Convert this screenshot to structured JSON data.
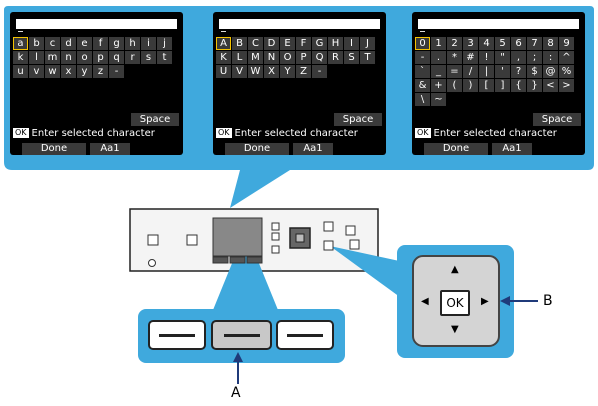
{
  "screens": [
    {
      "rows": [
        [
          "a",
          "b",
          "c",
          "d",
          "e",
          "f",
          "g",
          "h",
          "i",
          "j"
        ],
        [
          "k",
          "l",
          "m",
          "n",
          "o",
          "p",
          "q",
          "r",
          "s",
          "t"
        ],
        [
          "u",
          "v",
          "w",
          "x",
          "y",
          "z",
          "-"
        ]
      ],
      "selected": "a",
      "space_label": "Space",
      "hint_badge": "OK",
      "hint_text": "Enter selected character",
      "done_label": "Done",
      "mode_label": "Aa1"
    },
    {
      "rows": [
        [
          "A",
          "B",
          "C",
          "D",
          "E",
          "F",
          "G",
          "H",
          "I",
          "J"
        ],
        [
          "K",
          "L",
          "M",
          "N",
          "O",
          "P",
          "Q",
          "R",
          "S",
          "T"
        ],
        [
          "U",
          "V",
          "W",
          "X",
          "Y",
          "Z",
          "-"
        ]
      ],
      "selected": "A",
      "space_label": "Space",
      "hint_badge": "OK",
      "hint_text": "Enter selected character",
      "done_label": "Done",
      "mode_label": "Aa1"
    },
    {
      "rows": [
        [
          "0",
          "1",
          "2",
          "3",
          "4",
          "5",
          "6",
          "7",
          "8",
          "9"
        ],
        [
          "-",
          ".",
          "*",
          "#",
          "!",
          "\"",
          ",",
          ";",
          ":",
          "^"
        ],
        [
          "`",
          "_",
          "=",
          "/",
          "|",
          "'",
          "?",
          "$",
          "@",
          "%"
        ],
        [
          "&",
          "+",
          "(",
          ")",
          "[",
          "]",
          "{",
          "}",
          "<",
          ">"
        ],
        [
          "\\",
          "~"
        ]
      ],
      "selected": "0",
      "space_label": "Space",
      "hint_badge": "OK",
      "hint_text": "Enter selected character",
      "done_label": "Done",
      "mode_label": "Aa1"
    }
  ],
  "dpad": {
    "ok_label": "OK"
  },
  "callouts": {
    "a": "A",
    "b": "B"
  },
  "colors": {
    "callout": "#3fa9dd",
    "panel_fill": "#f7f7f7",
    "screen_bg": "#000000",
    "highlight": "#f4c300",
    "arrow": "#1f3a7a"
  }
}
